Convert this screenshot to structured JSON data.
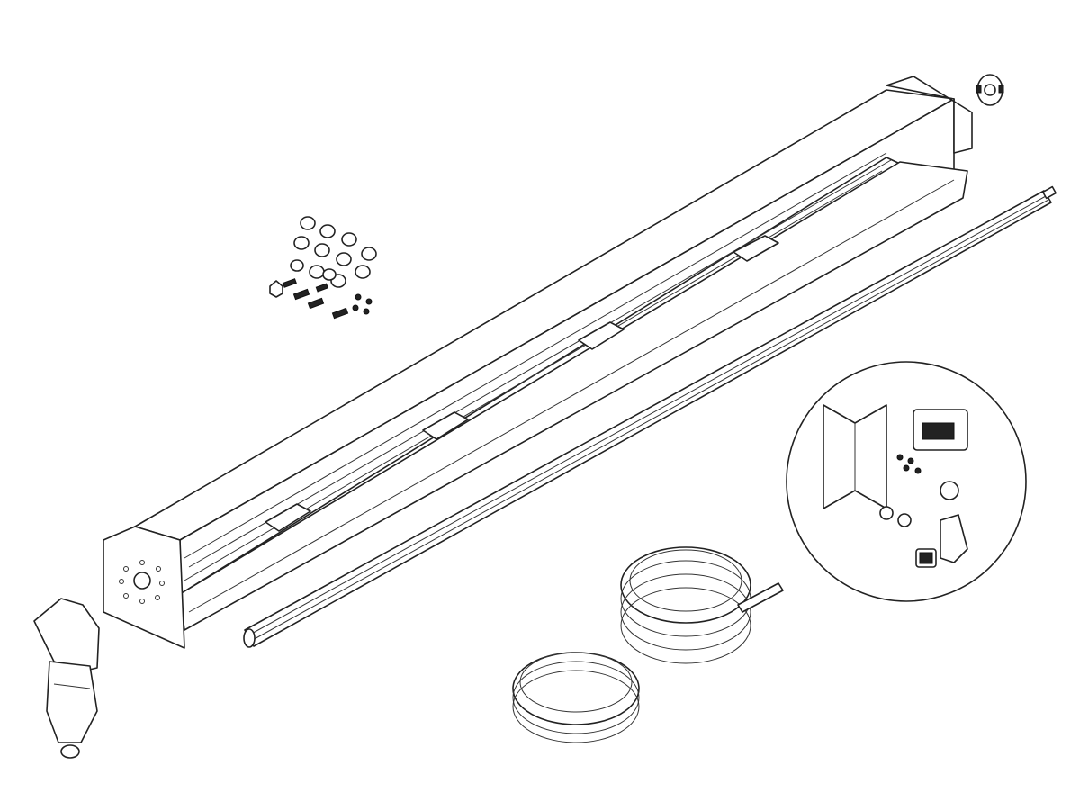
{
  "diagram": {
    "style": "exploded parts line drawing",
    "colors": {
      "line": "#222222",
      "background": "#ffffff"
    },
    "parts": [
      {
        "id": "awning-cassette"
      },
      {
        "id": "roller-tube"
      },
      {
        "id": "motor-end-unit"
      },
      {
        "id": "end-cap"
      },
      {
        "id": "hardware-kit"
      },
      {
        "id": "cable-coil-small"
      },
      {
        "id": "cable-coil-large"
      },
      {
        "id": "accessory-kit-detail"
      }
    ]
  }
}
